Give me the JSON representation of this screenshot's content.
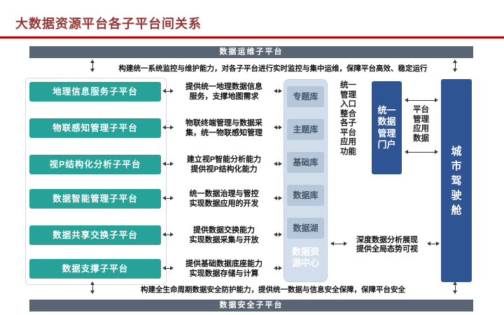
{
  "page": {
    "title": "大数据资源平台各子平台间关系"
  },
  "bars": {
    "top": "数据运维子平台",
    "bottom": "数据安全子平台"
  },
  "notes": {
    "top": "构建统一系统监控与维护能力，对各子平台进行实时监控与集中运维，保障平台高效、稳定运行",
    "bottom": "构建全生命周期数据安全防护能力，提供统一数据与信息安全保障，保障平台安全",
    "portal_left": "统一管理入口整合各子平台应用功能",
    "portal_right": "平台管理应用数据",
    "cockpit_line1": "深度数据分析展现",
    "cockpit_line2": "提供全局态势可视"
  },
  "platforms": [
    {
      "label": "地理信息服务子平台",
      "desc1": "提供统一地理数据信息",
      "desc2": "服务，支撑地图需求"
    },
    {
      "label": "物联感知管理子平台",
      "desc1": "物联终端管理与数据采",
      "desc2": "集，统一物联感知管理"
    },
    {
      "label": "视P结构化分析子平台",
      "desc1": "建立视P智能分析能力",
      "desc2": "提供视P结构化能力"
    },
    {
      "label": "数据智能管理子平台",
      "desc1": "统一数据治理与管控",
      "desc2": "实现数据应用的开发"
    },
    {
      "label": "数据共享交换子平台",
      "desc1": "提供数据交换能力",
      "desc2": "实现数据采集与开放"
    },
    {
      "label": "数据支撑子平台",
      "desc1": "提供基础数据底座能力",
      "desc2": "实现数据存储与计算"
    }
  ],
  "resource_center": {
    "libraries": [
      "专题库",
      "主题库",
      "基础库",
      "数据库",
      "数据湖"
    ],
    "label": "数据资源中心"
  },
  "portal": {
    "label": "统一数据管理门户"
  },
  "cockpit": {
    "label": "城市驾驶舱"
  },
  "colors": {
    "title_red": "#943634",
    "rule_red": "#c00000",
    "bar_gray": "#5a6573",
    "platform_teal": "#27a299",
    "center_bg": "#d2deeb",
    "library_fill": "#b5c7d9",
    "dark_blue": "#2e5494",
    "arrow": "#3a3a3a"
  }
}
